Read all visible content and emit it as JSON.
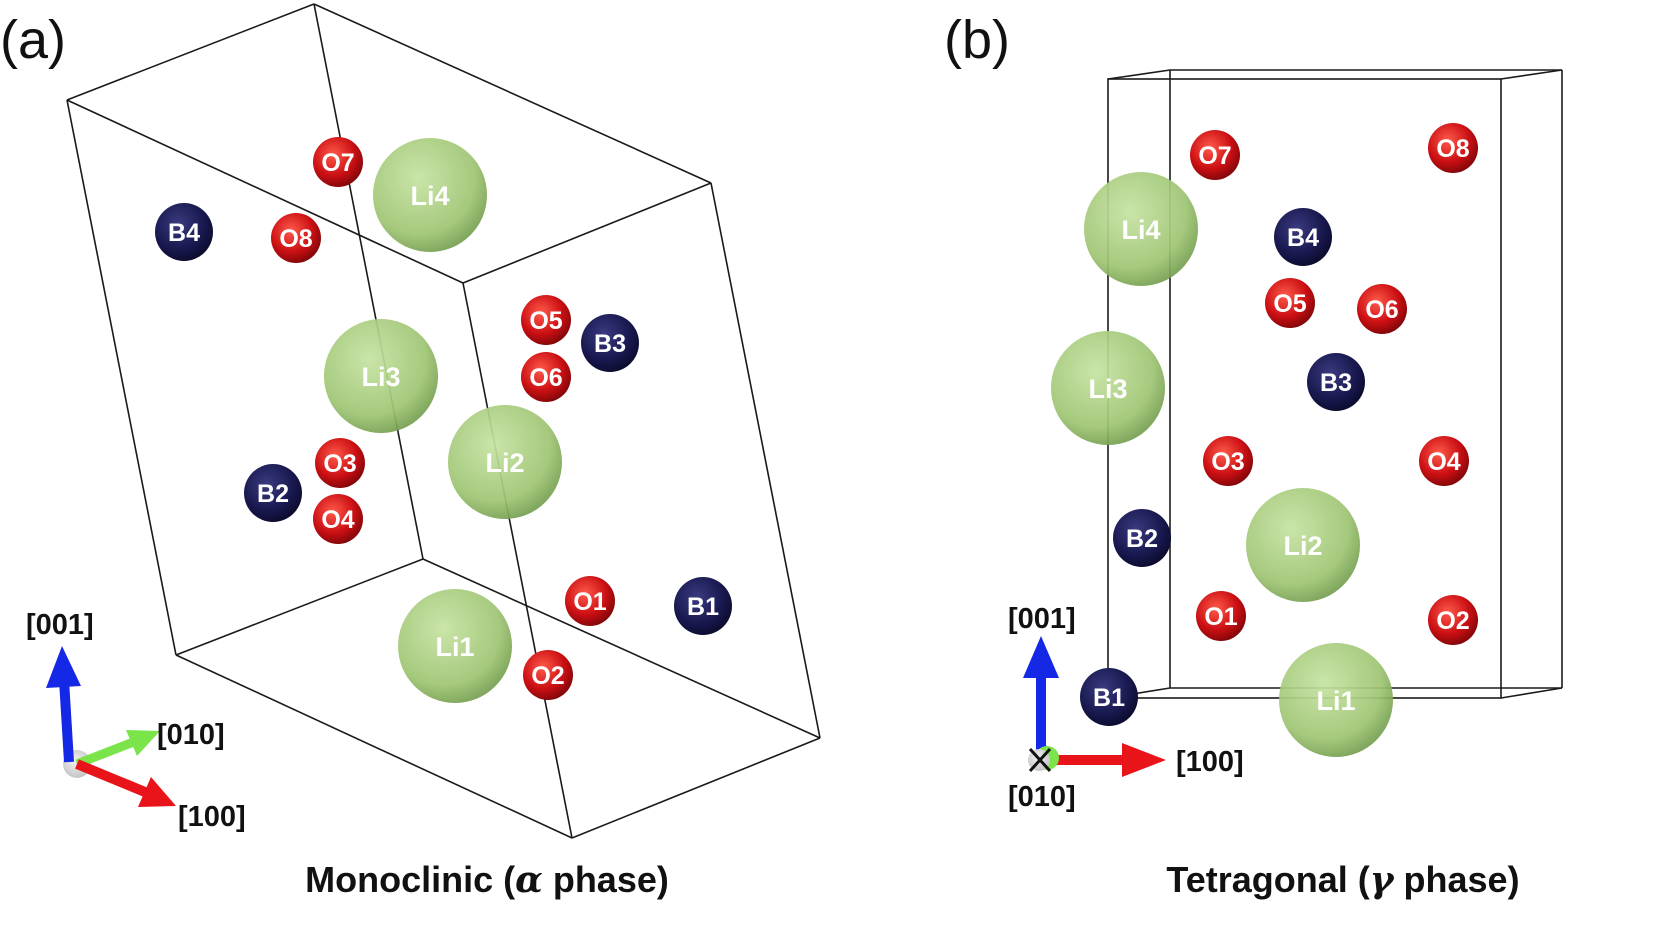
{
  "panels": [
    {
      "tag": "(a)",
      "caption_prefix": "Monoclinic (",
      "caption_symbol": "α",
      "caption_suffix": " phase)",
      "axes": {
        "z": "[001]",
        "y": "[010]",
        "x": "[100]"
      },
      "atoms": [
        {
          "label": "Li4",
          "type": "Li"
        },
        {
          "label": "Li3",
          "type": "Li"
        },
        {
          "label": "Li2",
          "type": "Li"
        },
        {
          "label": "Li1",
          "type": "Li"
        },
        {
          "label": "O7",
          "type": "O"
        },
        {
          "label": "O8",
          "type": "O"
        },
        {
          "label": "O5",
          "type": "O"
        },
        {
          "label": "O6",
          "type": "O"
        },
        {
          "label": "O3",
          "type": "O"
        },
        {
          "label": "O4",
          "type": "O"
        },
        {
          "label": "O1",
          "type": "O"
        },
        {
          "label": "O2",
          "type": "O"
        },
        {
          "label": "B4",
          "type": "B"
        },
        {
          "label": "B3",
          "type": "B"
        },
        {
          "label": "B2",
          "type": "B"
        },
        {
          "label": "B1",
          "type": "B"
        }
      ]
    },
    {
      "tag": "(b)",
      "caption_prefix": "Tetragonal (",
      "caption_symbol": "γ",
      "caption_suffix": " phase)",
      "axes": {
        "z": "[001]",
        "y": "[010]",
        "x": "[100]"
      },
      "atoms": [
        {
          "label": "O7",
          "type": "O"
        },
        {
          "label": "O8",
          "type": "O"
        },
        {
          "label": "Li4",
          "type": "Li"
        },
        {
          "label": "B4",
          "type": "B"
        },
        {
          "label": "O5",
          "type": "O"
        },
        {
          "label": "O6",
          "type": "O"
        },
        {
          "label": "Li3",
          "type": "Li"
        },
        {
          "label": "B3",
          "type": "B"
        },
        {
          "label": "O3",
          "type": "O"
        },
        {
          "label": "O4",
          "type": "O"
        },
        {
          "label": "B2",
          "type": "B"
        },
        {
          "label": "Li2",
          "type": "Li"
        },
        {
          "label": "O1",
          "type": "O"
        },
        {
          "label": "O2",
          "type": "O"
        },
        {
          "label": "B1",
          "type": "B"
        },
        {
          "label": "Li1",
          "type": "Li"
        }
      ]
    }
  ],
  "colors": {
    "Li": "#a3c97a",
    "O": "#c4101a",
    "B": "#18184e",
    "axis_x": "#e8141a",
    "axis_y": "#7be44a",
    "axis_z": "#1428e6"
  }
}
